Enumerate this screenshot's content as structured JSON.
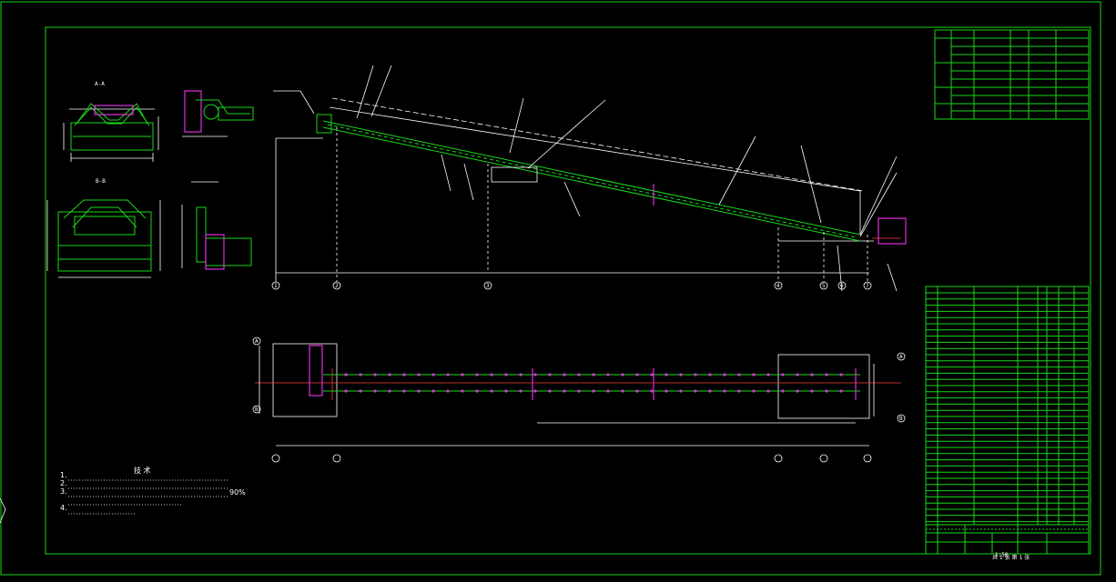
{
  "drawing": {
    "title": "Belt conveyor general arrangement",
    "section_labels": [
      "A-A",
      "B-B"
    ],
    "notes_header": "技 术",
    "notes": [
      "1.",
      "2.",
      "3.",
      "4."
    ],
    "slope_label": "90%",
    "axis_points_elev": [
      "1",
      "2",
      "3",
      "4",
      "5",
      "6",
      "7"
    ],
    "axis_points_plan": [
      "A",
      "B"
    ],
    "title_block": {
      "scale": "1:50",
      "sheet": "共 1 张 第 1 张"
    }
  },
  "colors": {
    "border": "#19d819",
    "lines": "#ffffff",
    "centerline": "#ff3a3a",
    "highlight": "#e030e0"
  }
}
